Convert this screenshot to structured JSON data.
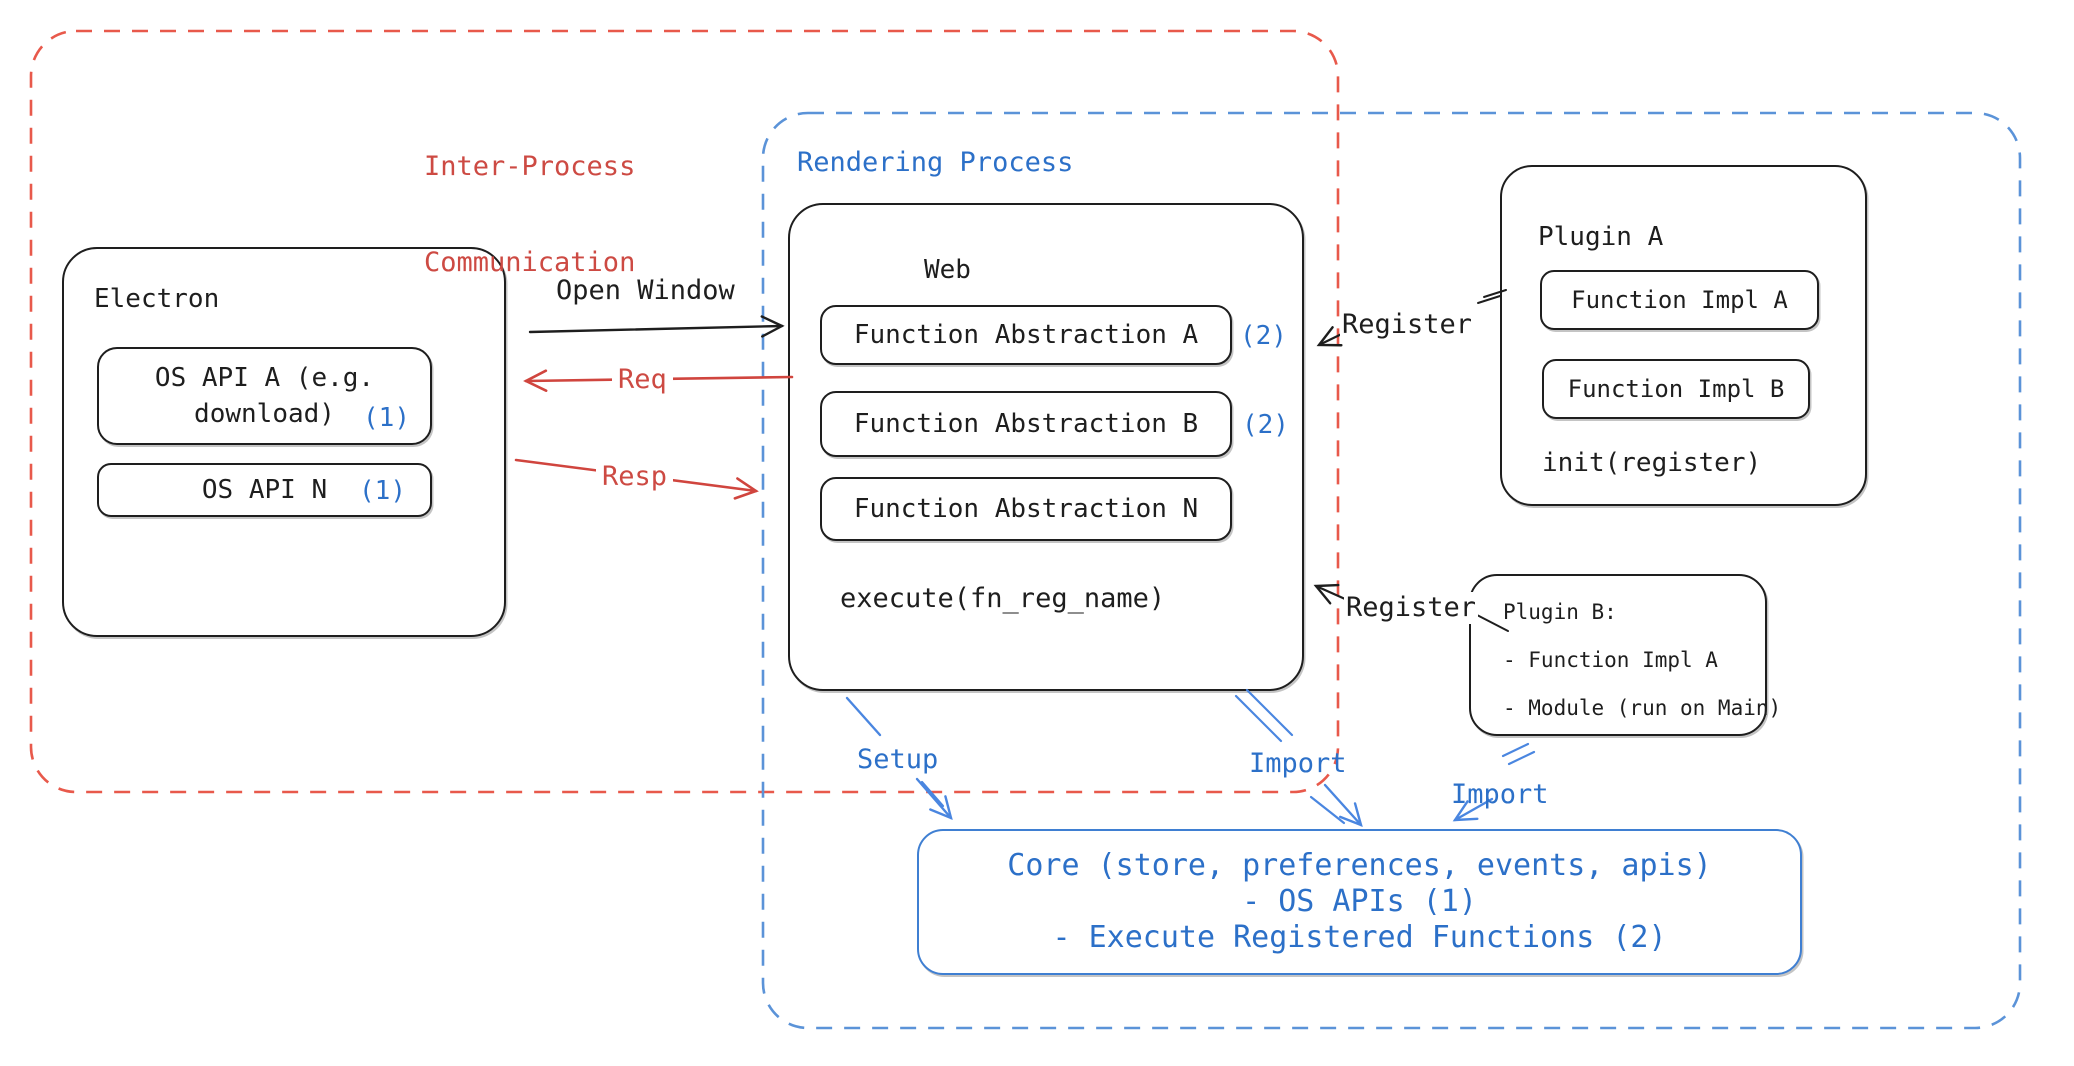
{
  "ipc": {
    "title_line1": "Inter-Process",
    "title_line2": "Communication"
  },
  "rendering": {
    "title": "Rendering Process"
  },
  "electron": {
    "title": "Electron",
    "api_a_line1": "OS API A (e.g.",
    "api_a_line2": "download)",
    "api_a_tag": "(1)",
    "api_n_label": "OS API N",
    "api_n_tag": "(1)"
  },
  "web": {
    "title": "Web",
    "fn_a": "Function Abstraction A",
    "fn_a_tag": "(2)",
    "fn_b": "Function Abstraction B",
    "fn_b_tag": "(2)",
    "fn_n": "Function Abstraction N",
    "execute": "execute(fn_reg_name)"
  },
  "plugin_a": {
    "title": "Plugin A",
    "impl_a": "Function Impl A",
    "impl_b": "Function Impl B",
    "init": "init(register)"
  },
  "plugin_b": {
    "title": "Plugin B:",
    "item_1": "- Function Impl A",
    "item_2": "- Module (run on Main)"
  },
  "core": {
    "line1": "Core (store, preferences, events, apis)",
    "line2": "- OS APIs (1)",
    "line3": "- Execute Registered Functions (2)"
  },
  "arrows": {
    "open_window": "Open Window",
    "req": "Req",
    "resp": "Resp",
    "register_a": "Register",
    "register_b": "Register",
    "setup": "Setup",
    "import_a": "Import",
    "import_b": "Import"
  },
  "colors": {
    "ink": "#1e1e1e",
    "red_text": "#cd4a43",
    "red_dashed_border": "#e8594b",
    "blue_text": "#2c70c8",
    "blue_dashed_border": "#5b93d8",
    "blue_arrow": "#4a86e0",
    "core_border": "#3f7fd2"
  }
}
